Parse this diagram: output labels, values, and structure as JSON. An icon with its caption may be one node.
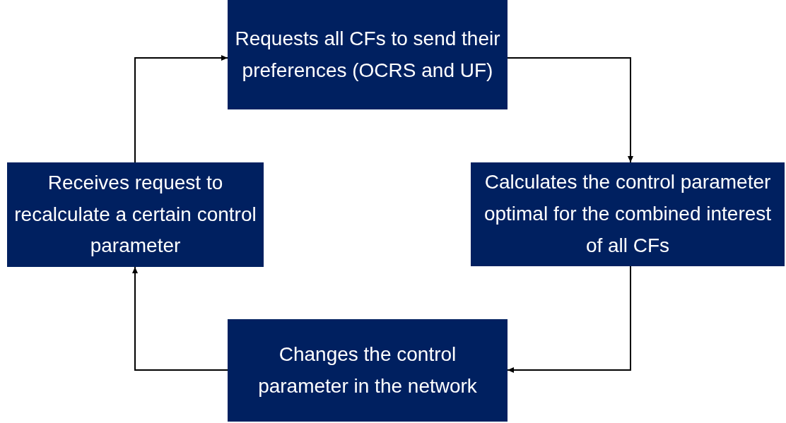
{
  "diagram": {
    "nodes": [
      {
        "text": [
          "Requests all CFs to send their preferences (OCRS and UF)"
        ]
      },
      {
        "text": [
          "Receives request to recalculate a certain control parameter"
        ]
      },
      {
        "text": [
          "Calculates the control parameter optimal for the combined interest of all CFs"
        ]
      },
      {
        "text": [
          "Changes the control parameter in the network"
        ]
      }
    ],
    "edges": [
      {
        "from": 0,
        "to": 2,
        "arrow": "to"
      },
      {
        "from": 2,
        "to": 3,
        "arrow": "to"
      },
      {
        "from": 3,
        "to": 1,
        "arrow": "to"
      },
      {
        "from": 1,
        "to": 0,
        "arrow": "to"
      }
    ]
  }
}
